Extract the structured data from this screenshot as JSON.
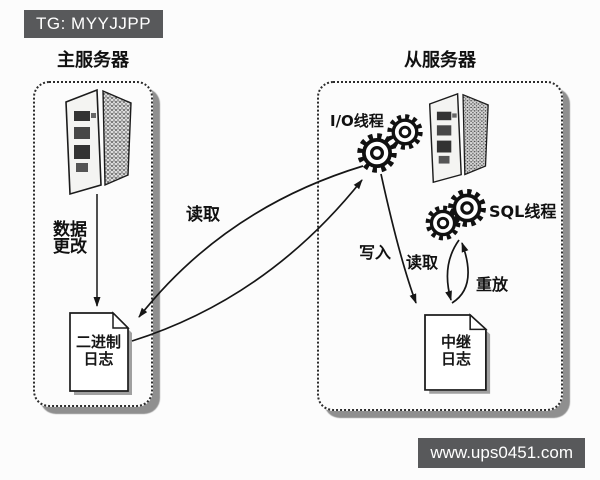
{
  "badges": {
    "top_left": "TG: MYYJJPP",
    "bottom_right": "www.ups0451.com"
  },
  "master": {
    "title": "主服务器",
    "data_change": [
      "数据",
      "更改"
    ],
    "binary_log": [
      "二进制",
      "日志"
    ],
    "icons": {
      "server": "server-tower-icon",
      "binary_log": "document-icon"
    }
  },
  "slave": {
    "title": "从服务器",
    "io_thread": "I/O线程",
    "sql_thread": "SQL线程",
    "write_label": "写入",
    "read_label": "读取",
    "replay_label": "重放",
    "relay_log": [
      "中继",
      "日志"
    ],
    "icons": {
      "server": "server-tower-icon",
      "io_gears": "gears-icon",
      "sql_gears": "gears-icon",
      "relay_log": "document-icon"
    }
  },
  "flow": {
    "read_label": "读取"
  },
  "colors": {
    "badge_bg": "#58595b",
    "badge_text": "#ffffff",
    "ink": "#161616",
    "box_shadow": "#9a9a9a"
  }
}
